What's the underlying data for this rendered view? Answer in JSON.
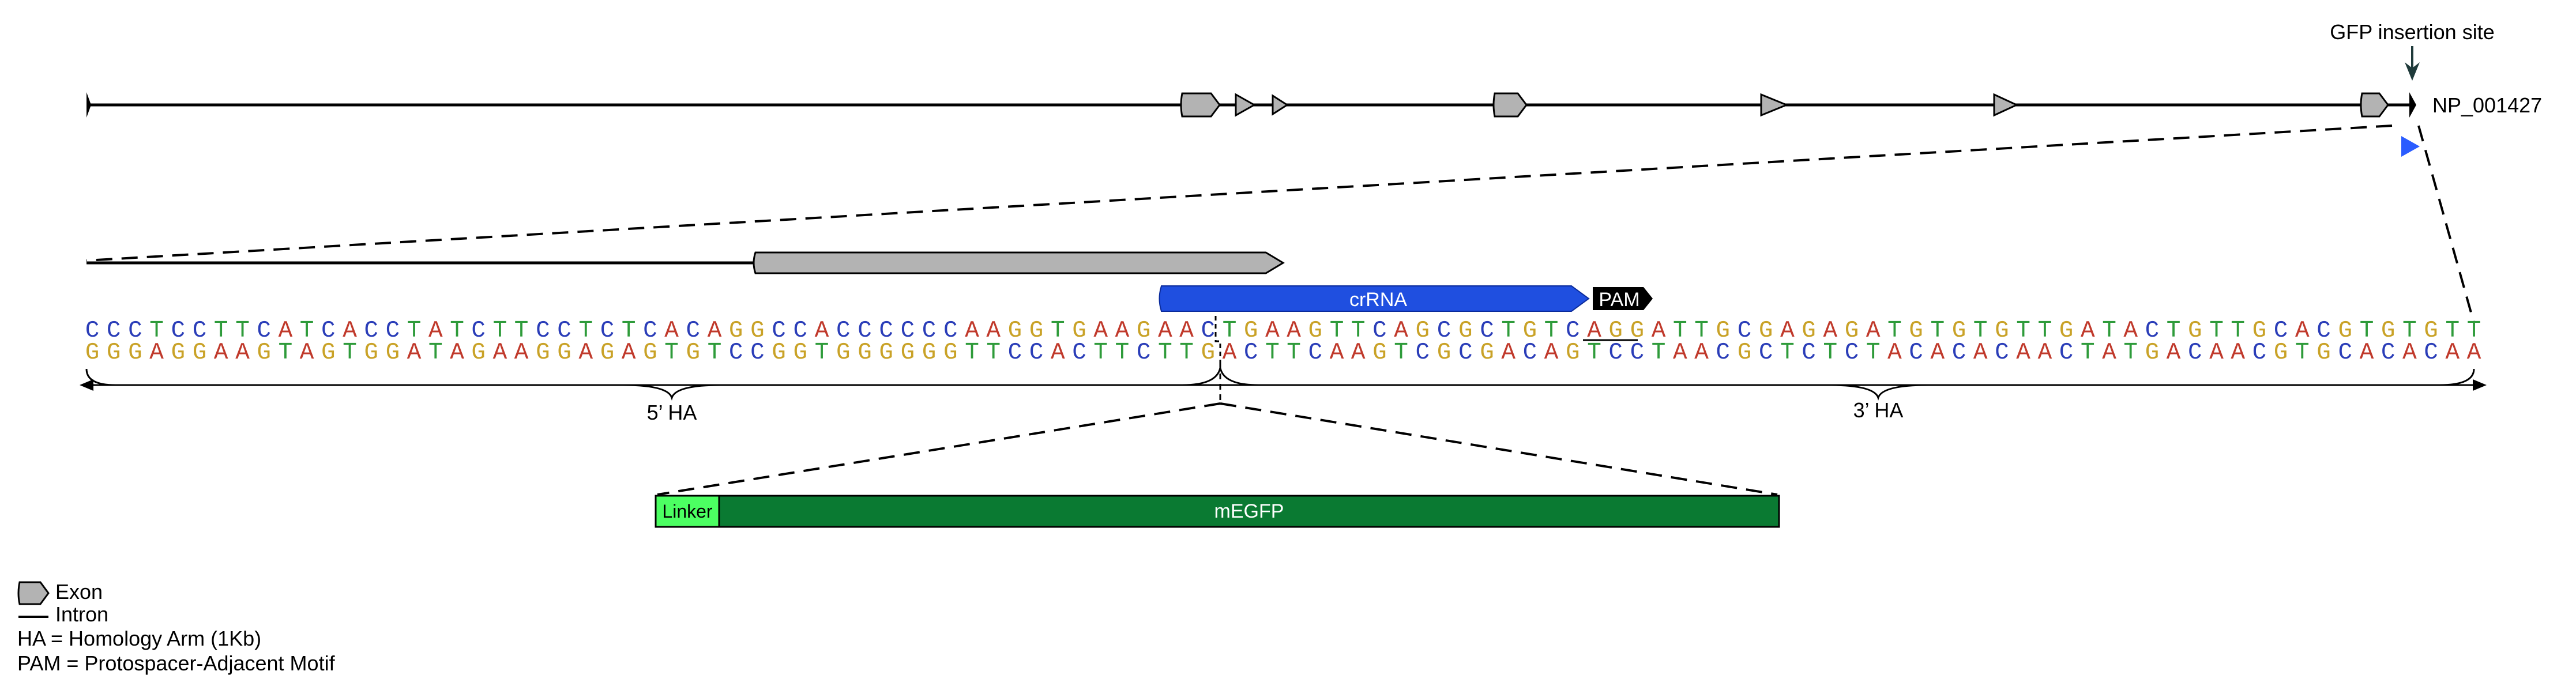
{
  "annotation": {
    "insertion_label": "GFP insertion site"
  },
  "gene": {
    "name": "NP_001427"
  },
  "crrna": {
    "label": "crRNA"
  },
  "pam": {
    "label": "PAM"
  },
  "sequence": {
    "top": "CCCTCCTTCATCACCTATCTTCCTCTCACAGGCCACCCCCCAAGGTGAAGAACTGAAGTTCAGCGCTGTCAGGATTGCGAGAGATGTGTGTTGATACTGTTGCACGTGTGTT",
    "bottom": "GGGAGGAAGTAGTGGATAGAAGGAGAGTGTCCGGTGGGGGGTTCCACTTCTTGACTTCAAGTCGCGACAGTCCTAACGCTCTCTACACACAACTATGACAACGTGCACACAA"
  },
  "homology_arms": {
    "left": "5’ HA",
    "right": "3’ HA"
  },
  "insert": {
    "linker_label": "Linker",
    "egfp_label": "mEGFP"
  },
  "legend": {
    "exon": "Exon",
    "intron": "Intron",
    "ha_def": "HA = Homology Arm (1Kb)",
    "pam_def": "PAM = Protospacer-Adjacent Motif"
  },
  "colors": {
    "A": "#c0392b",
    "C": "#2a3db8",
    "G": "#c9a227",
    "T": "#2e9b3a",
    "exon_fill": "#b3b3b3",
    "crrna_fill": "#1f4fe0",
    "pam_fill": "#000000",
    "linker_fill": "#4cff62",
    "egfp_fill": "#0a7a32",
    "cut_marker": "#2a5cff"
  }
}
